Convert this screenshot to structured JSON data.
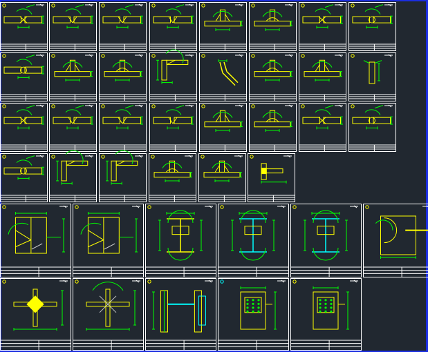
{
  "window": {
    "title": ""
  },
  "colors": {
    "background": "#212830",
    "frame": "#1b2ee0",
    "border": "#ffffff",
    "section": "#ffff00",
    "dimension": "#00ff00",
    "weld": "#00ffff",
    "annotation": "#c8c8c8"
  },
  "sheets": {
    "rows": [
      {
        "count": 8,
        "kinds": [
          "butt-x",
          "butt-v",
          "butt-v",
          "butt-v",
          "tee-k",
          "tee-v",
          "butt-x",
          "butt-round"
        ]
      },
      {
        "count": 8,
        "kinds": [
          "butt-round",
          "tee-k",
          "tee-v",
          "corner",
          "skew",
          "tee-v",
          "tee-k",
          "plate"
        ]
      },
      {
        "count": 8,
        "kinds": [
          "butt-x",
          "butt-v",
          "butt-v",
          "butt-v",
          "tee-k",
          "tee-v",
          "butt-x",
          "butt-round"
        ]
      },
      {
        "count": 6,
        "kinds": [
          "butt-round",
          "corner",
          "corner",
          "tee-v",
          "tee-k",
          "stiffener"
        ]
      },
      {
        "count": 6,
        "kinds": [
          "column-joint",
          "column-joint",
          "ibeam",
          "ibeam-cyan",
          "ibeam-cyan",
          "halfround"
        ]
      },
      {
        "count": 5,
        "kinds": [
          "cross",
          "cross-v",
          "splice",
          "bolted",
          "bolted"
        ]
      }
    ]
  }
}
